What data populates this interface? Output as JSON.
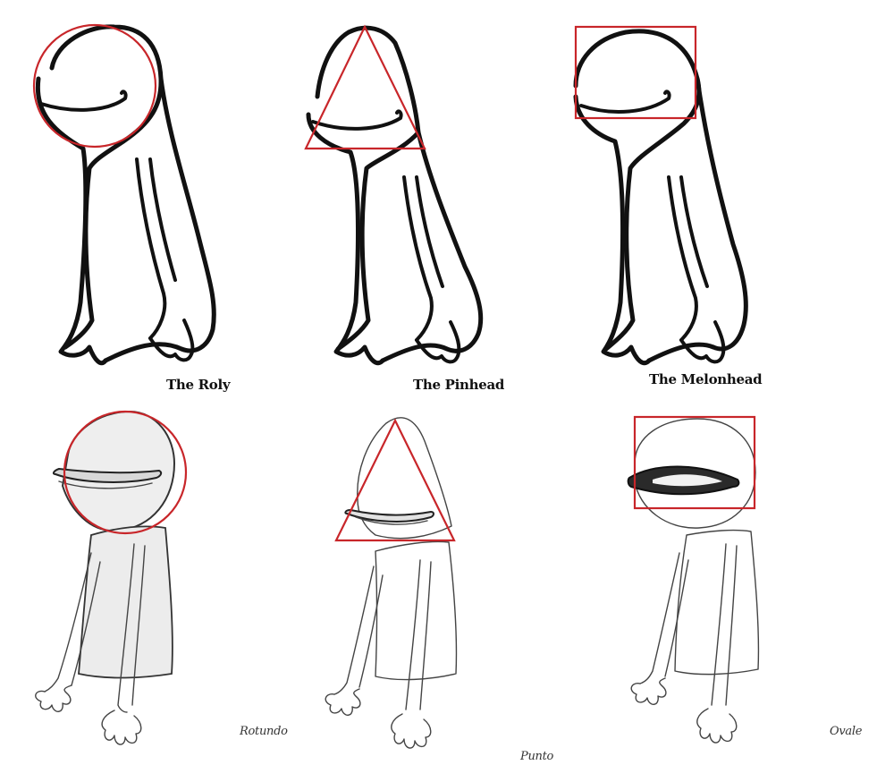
{
  "panels": {
    "top": [
      {
        "caption": "The Roly",
        "shape": "circle"
      },
      {
        "caption": "The Pinhead",
        "shape": "triangle"
      },
      {
        "caption": "The Melonhead",
        "shape": "rectangle"
      }
    ],
    "bottom": [
      {
        "caption": "Rotundo",
        "shape": "circle"
      },
      {
        "caption": "Punto",
        "shape": "triangle"
      },
      {
        "caption": "Ovale",
        "shape": "rectangle"
      }
    ]
  },
  "colors": {
    "ink": "#111111",
    "guide": "#c8262a",
    "background": "#ffffff"
  }
}
